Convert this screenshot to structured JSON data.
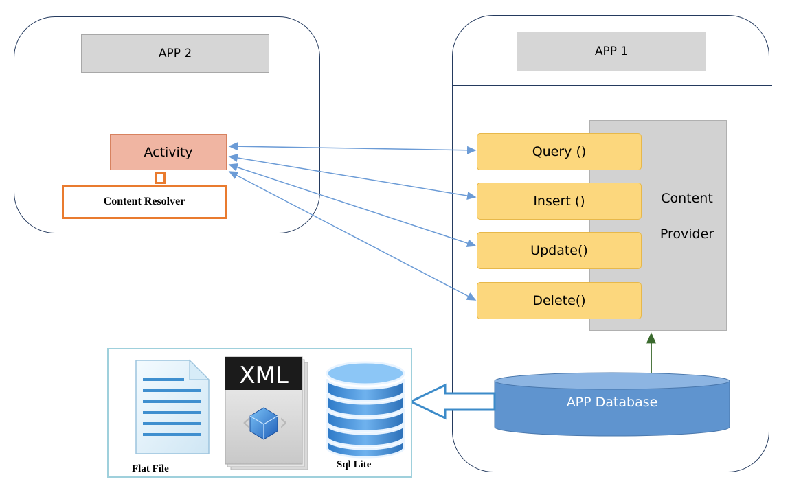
{
  "app2": {
    "title": "APP 2",
    "activity_label": "Activity",
    "resolver_label": "Content Resolver"
  },
  "app1": {
    "title": "APP 1",
    "provider_label_line1": "Content",
    "provider_label_line2": "Provider",
    "methods": [
      "Query ()",
      "Insert ()",
      "Update()",
      "Delete()"
    ],
    "database_label": "APP Database"
  },
  "storage": {
    "xml_badge": "XML",
    "items": [
      "Flat File",
      "Sql Lite"
    ]
  },
  "colors": {
    "frame": "#243a5e",
    "activity_fill": "#f0b5a2",
    "resolver_border": "#e97b2f",
    "method_fill": "#fcd77d",
    "provider_fill": "#d2d2d2",
    "database_fill": "#5f94cf",
    "arrow": "#6b9bd6",
    "link_arrow": "#3a6a2e"
  },
  "icons": [
    "flat-file-icon",
    "xml-file-icon",
    "database-icon",
    "hollow-arrow-icon"
  ]
}
